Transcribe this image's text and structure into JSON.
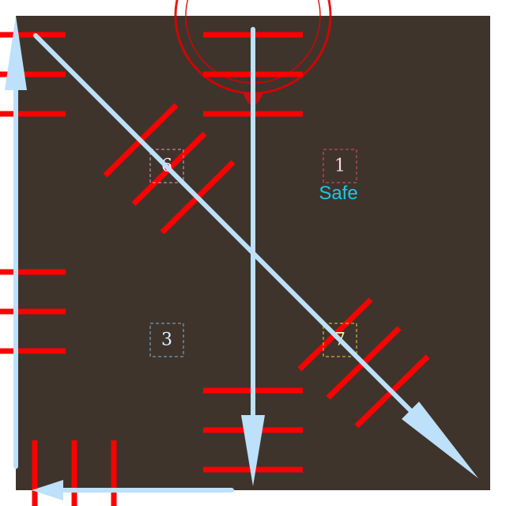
{
  "board": {
    "background": "#3e342c",
    "bar_color": "#ff0000",
    "arrow_color": "#bde0fb"
  },
  "cells": [
    {
      "id": "cell-top-left",
      "glyph": "6",
      "border_color": "#e89ac8",
      "glyph_color": "#ffe6f4"
    },
    {
      "id": "cell-top-right",
      "glyph": "1",
      "border_color": "#e0506a",
      "glyph_color": "#ffd6dc"
    },
    {
      "id": "cell-bottom-left",
      "glyph": "3",
      "border_color": "#7fb4e0",
      "glyph_color": "#e6f2ff"
    },
    {
      "id": "cell-bottom-right",
      "glyph": "7",
      "border_color": "#e8d24a",
      "glyph_color": "#fff4a0"
    }
  ],
  "status": {
    "label": "Safe",
    "color": "#1ec8e0"
  }
}
